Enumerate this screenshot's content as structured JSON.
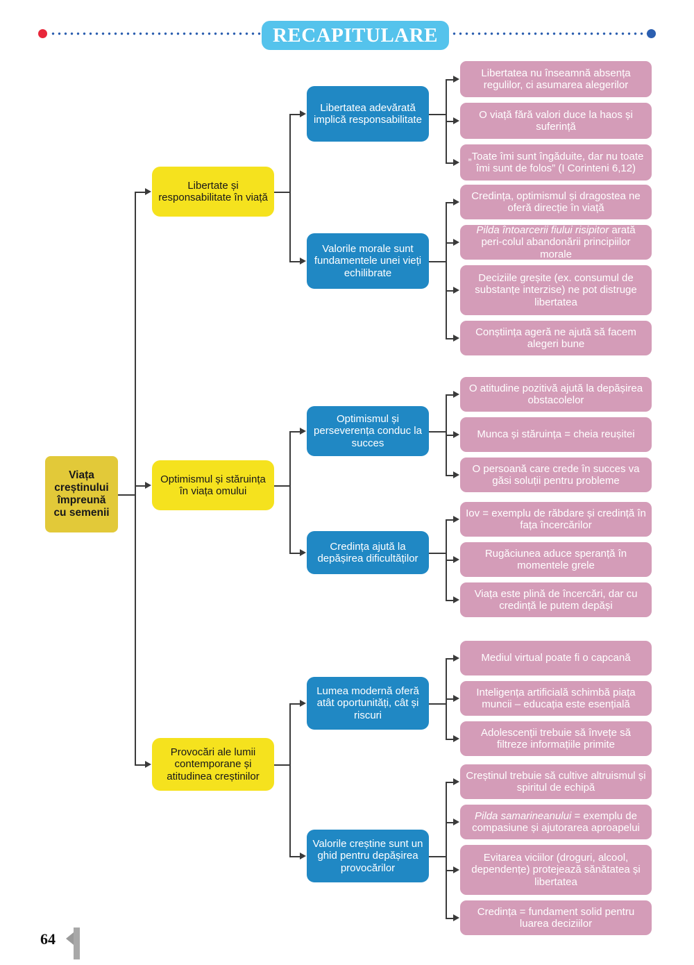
{
  "header": {
    "title": "RECAPITULARE",
    "dot_left_color": "#e8273a",
    "dot_right_color": "#2c5fb0",
    "pill_color": "#55c3ec"
  },
  "colors": {
    "root": "#e2c939",
    "level1": "#f5e21e",
    "level2": "#2088c4",
    "level3": "#d49cb8",
    "connector": "#3a3a3a"
  },
  "root": {
    "label": "Viața creștinului împreună cu semenii"
  },
  "branches": [
    {
      "label": "Libertate și responsabilitate în viață",
      "subbranches": [
        {
          "label": "Libertatea adevărată implică responsabilitate",
          "leaves": [
            {
              "text": "Libertatea nu înseamnă absența regulilor, ci asumarea alegerilor"
            },
            {
              "text": "O viață fără valori duce la haos și suferință"
            },
            {
              "text": "„Toate îmi sunt îngăduite, dar nu toate îmi sunt de folos” (I Corinteni 6,12)"
            }
          ]
        },
        {
          "label": "Valorile morale sunt fundamentele unei vieți echilibrate",
          "leaves": [
            {
              "text": "Credința, optimismul și dragostea ne oferă direcție în viață"
            },
            {
              "italic": "Pilda întoarcerii fiului risipitor",
              "text": " arată peri-colul abandonării principiilor morale"
            },
            {
              "text": "Deciziile greșite (ex. consumul de substanțe interzise) ne pot distruge libertatea"
            },
            {
              "text": "Conștiința ageră ne ajută să facem alegeri bune"
            }
          ]
        }
      ]
    },
    {
      "label": "Optimismul și stăruința în viața omului",
      "subbranches": [
        {
          "label": "Optimismul și perseverența conduc la succes",
          "leaves": [
            {
              "text": "O atitudine pozitivă ajută la depășirea obstacolelor"
            },
            {
              "text": "Munca și stăruința = cheia reușitei"
            },
            {
              "text": "O persoană care crede în succes va găsi soluții pentru probleme"
            }
          ]
        },
        {
          "label": "Credința ajută la depășirea dificultăților",
          "leaves": [
            {
              "text": "Iov = exemplu de răbdare și credință în fața încercărilor"
            },
            {
              "text": "Rugăciunea aduce speranță în momentele grele"
            },
            {
              "text": "Viața este plină de încercări, dar cu credință le putem depăși"
            }
          ]
        }
      ]
    },
    {
      "label": "Provocări ale lumii contemporane și atitudinea creștinilor",
      "subbranches": [
        {
          "label": "Lumea modernă oferă atât oportunități, cât și riscuri",
          "leaves": [
            {
              "text": "Mediul virtual poate fi o capcană"
            },
            {
              "text": "Inteligența artificială schimbă piața muncii – educația este esențială"
            },
            {
              "text": "Adolescenții trebuie să învețe să filtreze informațiile primite"
            }
          ]
        },
        {
          "label": "Valorile creștine sunt un ghid pentru depășirea provocărilor",
          "leaves": [
            {
              "text": "Creștinul trebuie să cultive altruismul și spiritul de echipă"
            },
            {
              "italic": "Pilda samarineanului",
              "text": " = exemplu de compasiune și ajutorarea aproapelui"
            },
            {
              "text": "Evitarea viciilor (droguri, alcool, dependențe) protejează sănătatea și libertatea"
            },
            {
              "text": "Credința = fundament solid pentru luarea deciziilor"
            }
          ]
        }
      ]
    }
  ],
  "footer": {
    "page_number": "64"
  }
}
